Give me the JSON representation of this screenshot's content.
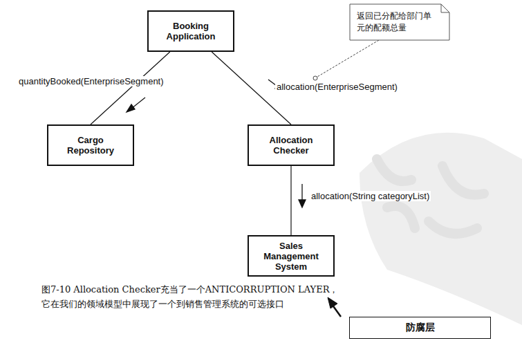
{
  "diagram": {
    "caption": "图7-10 Allocation Checker充当了一个ANTICORRUPTION LAYER，它在我们的领域模型中展现了一个到销售管理系统的可选接口",
    "nodes": [
      {
        "text": [
          "Booking Application"
        ]
      },
      {
        "text": [
          "返回已分配给部门单元的配额总量"
        ]
      },
      {
        "text": [
          "Cargo Repository"
        ]
      },
      {
        "text": [
          "Allocation Checker"
        ]
      },
      {
        "text": [
          "Sales Management System"
        ]
      },
      {
        "text": [
          "防腐层"
        ]
      }
    ],
    "edges": [
      {
        "from": 0,
        "to": 2,
        "label": "quantityBooked(EnterpriseSegment)",
        "arrow": "none"
      },
      {
        "from": 0,
        "to": 3,
        "label": "allocation(EnterpriseSegment)",
        "arrow": "none"
      },
      {
        "from": 3,
        "to": 4,
        "label": "allocation(String categoryList)",
        "arrow": "none"
      }
    ]
  }
}
